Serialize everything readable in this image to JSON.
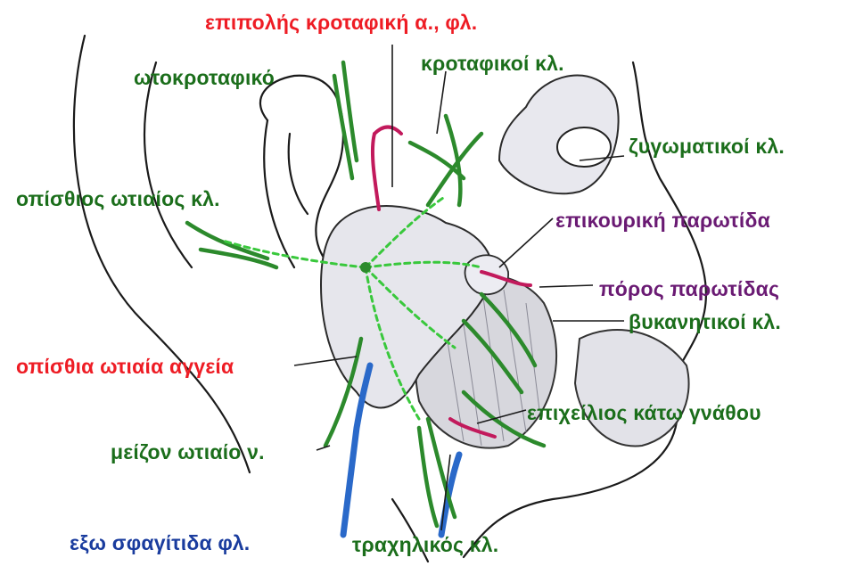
{
  "colors": {
    "red": "#ee1c24",
    "green": "#1b6e1b",
    "purple": "#6a1a73",
    "blue": "#1a3c9e",
    "nerve": "#2c8a2c",
    "nerve_dash": "#39c83c",
    "vein": "#2a69c9",
    "artery": "#c21a5c",
    "outline": "#1a1a1a"
  },
  "labels": {
    "superficial_temporal": "επιπολής κροταφική α., φλ.",
    "temporal_branches": "κροταφικοί κλ.",
    "auriculotemporal": "ωτοκροταφικό",
    "zygomatic_branches": "ζυγωματικοί κλ.",
    "posterior_auricular_branch": "οπίσθιος ωτιαίος κλ.",
    "accessory_parotid": "επικουρική παρωτίδα",
    "parotid_duct": "πόρος παρωτίδας",
    "buccal_branches": "βυκανητικοί κλ.",
    "posterior_auricular_vessels": "οπίσθια ωτιαία αγγεία",
    "marginal_mandibular": "επιχείλιος κάτω γνάθου",
    "great_auricular_nerve": "μείζον ωτιαίο ν.",
    "external_jugular_vein": "εξω σφαγίτιδα φλ.",
    "cervical_branch": "τραχηλικός κλ."
  }
}
